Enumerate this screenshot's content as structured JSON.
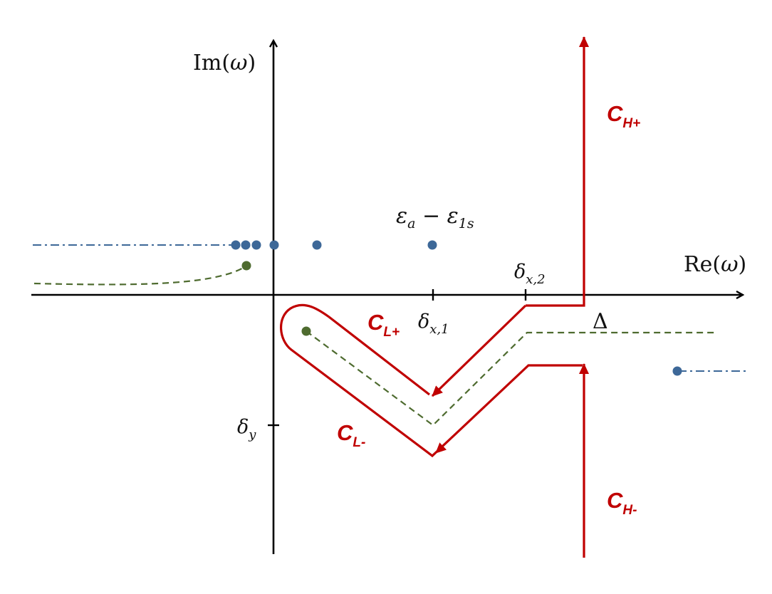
{
  "axes": {
    "x_label_fn": "Re",
    "y_label_fn": "Im",
    "variable": "ω"
  },
  "labels": {
    "transition": {
      "main": "ε",
      "sub_a": "a",
      "minus": " − ",
      "sub_1s": "1s"
    },
    "delta_x1": {
      "main": "δ",
      "sub": "x,1"
    },
    "delta_x2": {
      "main": "δ",
      "sub": "x,2"
    },
    "delta_y": {
      "main": "δ",
      "sub": "y"
    },
    "gap": "Δ"
  },
  "contours": {
    "c_h_plus": {
      "main": "C",
      "sub": "H+"
    },
    "c_h_minus": {
      "main": "C",
      "sub": "H-"
    },
    "c_l_plus": {
      "main": "C",
      "sub": "L+"
    },
    "c_l_minus": {
      "main": "C",
      "sub": "L-"
    }
  },
  "colors": {
    "axis": "#000000",
    "contour": "#c00000",
    "poles": "#3d6898",
    "branch": "#4e6b2f"
  }
}
